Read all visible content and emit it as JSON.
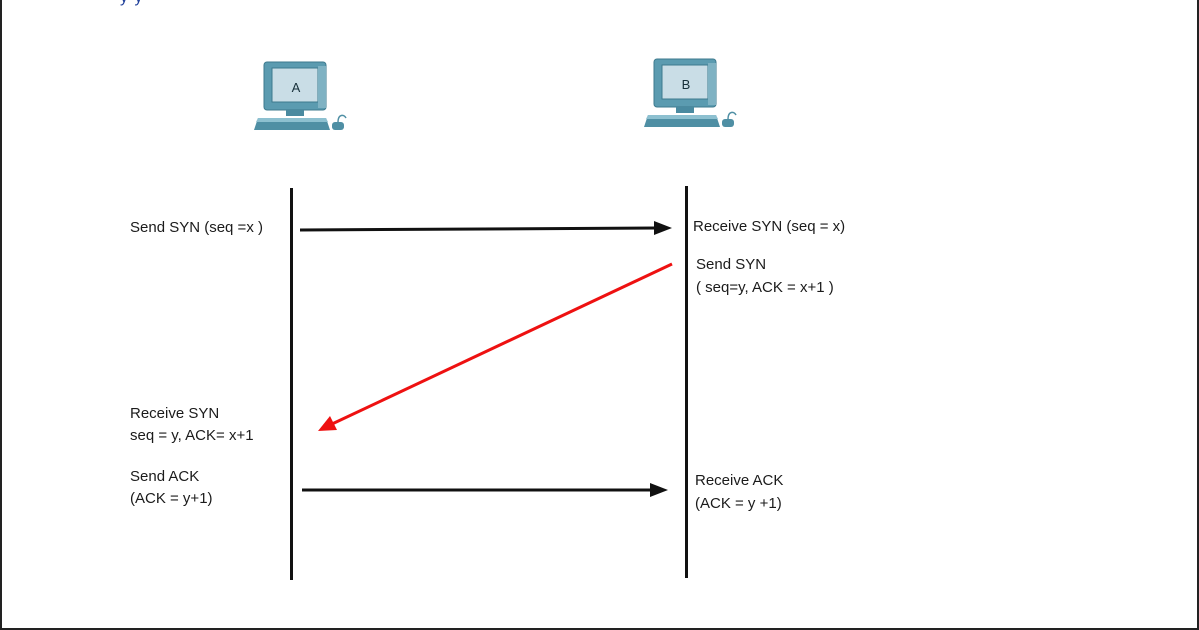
{
  "header": {
    "partial_text": "y      y"
  },
  "hosts": {
    "a": {
      "label": "A"
    },
    "b": {
      "label": "B"
    }
  },
  "messages": {
    "a_send_syn": "Send SYN (seq =x )",
    "b_receive_syn": "Receive SYN (seq = x)",
    "b_send_syn_line1": "Send SYN",
    "b_send_syn_line2": "( seq=y, ACK = x+1 )",
    "a_receive_syn_line1": "Receive SYN",
    "a_receive_syn_line2": "seq = y, ACK= x+1",
    "a_send_ack_line1": "Send ACK",
    "a_send_ack_line2": "(ACK = y+1)",
    "b_receive_ack_line1": "Receive ACK",
    "b_receive_ack_line2": "(ACK = y +1)"
  },
  "colors": {
    "arrow_default": "#111111",
    "arrow_highlight": "#ee1111",
    "computer_body": "#5b9bb0",
    "computer_screen": "#c9dde6",
    "frame_border": "#222222"
  },
  "icons": {
    "host_a": "desktop-computer-icon",
    "host_b": "desktop-computer-icon"
  }
}
